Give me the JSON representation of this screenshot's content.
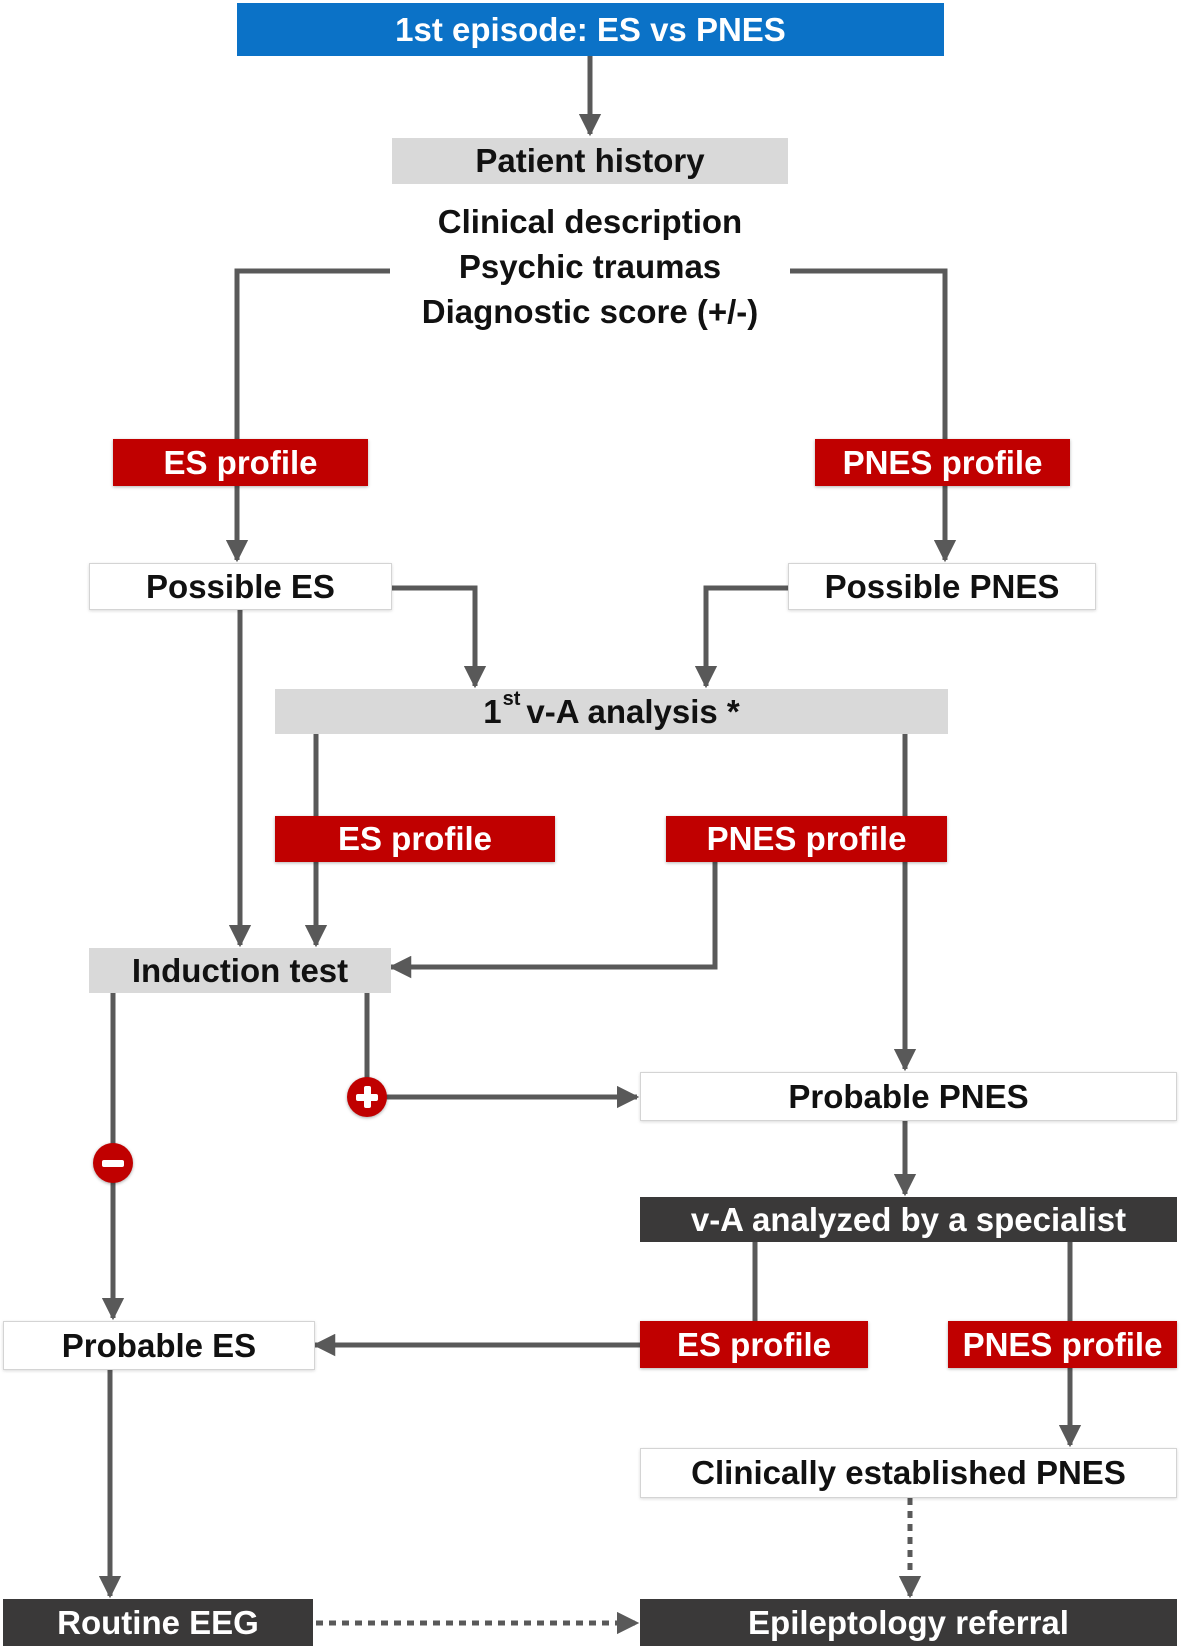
{
  "title": "1st episode: ES vs PNES",
  "patient_history": {
    "heading": "Patient history",
    "lines": [
      "Clinical description",
      "Psychic traumas",
      "Diagnostic score (+/-)"
    ]
  },
  "profiles": {
    "es": "ES profile",
    "pnes": "PNES profile"
  },
  "nodes": {
    "possible_es": "Possible ES",
    "possible_pnes": "Possible PNES",
    "va_analysis_prefix": "1",
    "va_analysis_sup": "st",
    "va_analysis_rest": "v-A analysis *",
    "induction_test": "Induction test",
    "probable_pnes": "Probable PNES",
    "va_specialist": "v-A analyzed by a specialist",
    "probable_es": "Probable ES",
    "clinically_established_pnes": "Clinically established PNES",
    "routine_eeg": "Routine EEG",
    "epileptology_referral": "Epileptology referral"
  },
  "induction_outcomes": {
    "positive": "plus-sign",
    "negative": "minus-sign"
  },
  "colors": {
    "title_blue": "#0b72c7",
    "profile_red": "#c00000",
    "step_gray": "#d9d9d9",
    "final_dark": "#3a3939",
    "connector_gray": "#595959"
  }
}
